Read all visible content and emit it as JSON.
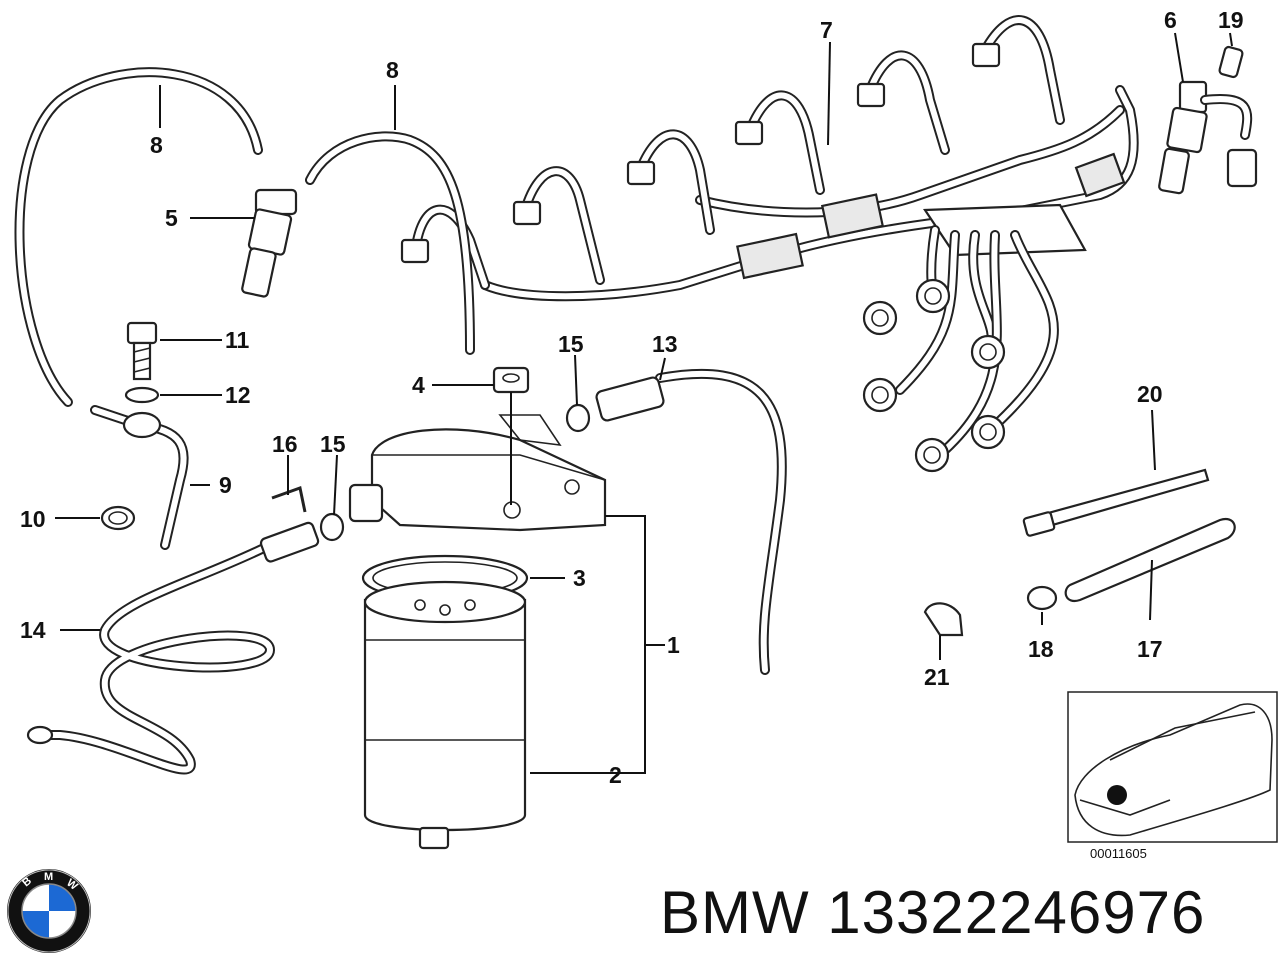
{
  "title": "BMW 13322246976",
  "diagram_code": "00011605",
  "logo_letters": "BMW",
  "callouts": [
    {
      "id": "c1",
      "text": "1"
    },
    {
      "id": "c2",
      "text": "2"
    },
    {
      "id": "c3",
      "text": "3"
    },
    {
      "id": "c4",
      "text": "4"
    },
    {
      "id": "c5",
      "text": "5"
    },
    {
      "id": "c6",
      "text": "6"
    },
    {
      "id": "c7",
      "text": "7"
    },
    {
      "id": "c8a",
      "text": "8"
    },
    {
      "id": "c8b",
      "text": "8"
    },
    {
      "id": "c9",
      "text": "9"
    },
    {
      "id": "c10",
      "text": "10"
    },
    {
      "id": "c11",
      "text": "11"
    },
    {
      "id": "c12",
      "text": "12"
    },
    {
      "id": "c13",
      "text": "13"
    },
    {
      "id": "c14",
      "text": "14"
    },
    {
      "id": "c15a",
      "text": "15"
    },
    {
      "id": "c15b",
      "text": "15"
    },
    {
      "id": "c16",
      "text": "16"
    },
    {
      "id": "c17",
      "text": "17"
    },
    {
      "id": "c18",
      "text": "18"
    },
    {
      "id": "c19",
      "text": "19"
    },
    {
      "id": "c20",
      "text": "20"
    },
    {
      "id": "c21",
      "text": "21"
    }
  ],
  "colors": {
    "ink": "#222222",
    "logo_blue": "#1c69d4",
    "logo_ring": "#111111"
  }
}
